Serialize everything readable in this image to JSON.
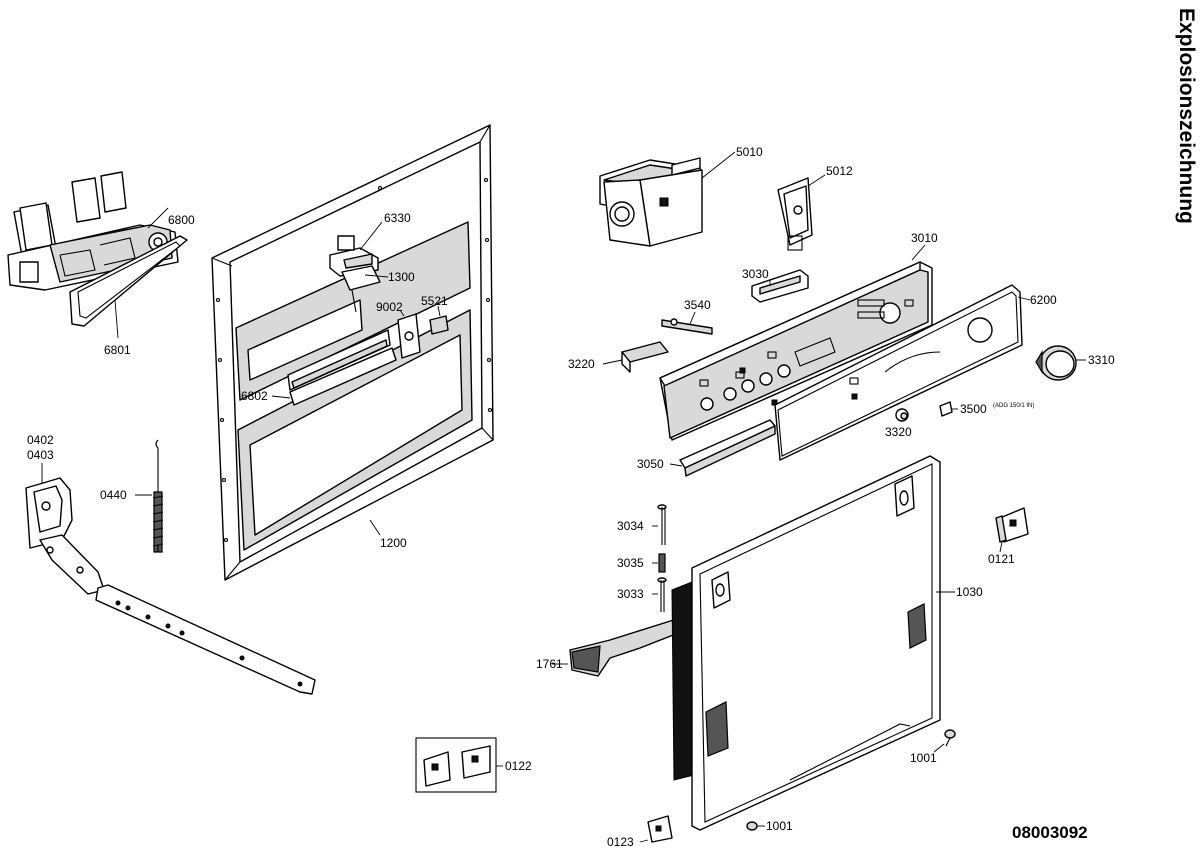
{
  "title": "Explosionszeichnung",
  "document_number": "08003092",
  "parts": [
    {
      "id": "p6800",
      "label": "6800"
    },
    {
      "id": "p6801",
      "label": "6801"
    },
    {
      "id": "p6330",
      "label": "6330"
    },
    {
      "id": "p1300",
      "label": "1300"
    },
    {
      "id": "p9002",
      "label": "9002"
    },
    {
      "id": "p5521",
      "label": "5521"
    },
    {
      "id": "p6802",
      "label": "6802"
    },
    {
      "id": "p1200",
      "label": "1200"
    },
    {
      "id": "p0402",
      "label": "0402"
    },
    {
      "id": "p0403",
      "label": "0403"
    },
    {
      "id": "p0440",
      "label": "0440"
    },
    {
      "id": "p0122",
      "label": "0122"
    },
    {
      "id": "p5010",
      "label": "5010"
    },
    {
      "id": "p5012",
      "label": "5012"
    },
    {
      "id": "p3010",
      "label": "3010"
    },
    {
      "id": "p3030",
      "label": "3030"
    },
    {
      "id": "p3540",
      "label": "3540"
    },
    {
      "id": "p3220",
      "label": "3220"
    },
    {
      "id": "p6200",
      "label": "6200"
    },
    {
      "id": "p3310",
      "label": "3310"
    },
    {
      "id": "p3500",
      "label": "3500"
    },
    {
      "id": "p3320",
      "label": "3320"
    },
    {
      "id": "p3050",
      "label": "3050"
    },
    {
      "id": "p3034",
      "label": "3034"
    },
    {
      "id": "p3035",
      "label": "3035"
    },
    {
      "id": "p3033",
      "label": "3033"
    },
    {
      "id": "p1761",
      "label": "1761"
    },
    {
      "id": "p1030",
      "label": "1030"
    },
    {
      "id": "p0121",
      "label": "0121"
    },
    {
      "id": "p1001a",
      "label": "1001"
    },
    {
      "id": "p1001b",
      "label": "1001"
    },
    {
      "id": "p0123",
      "label": "0123"
    }
  ],
  "notes": {
    "p3500_note": "(ADG 150/1 IN)"
  }
}
